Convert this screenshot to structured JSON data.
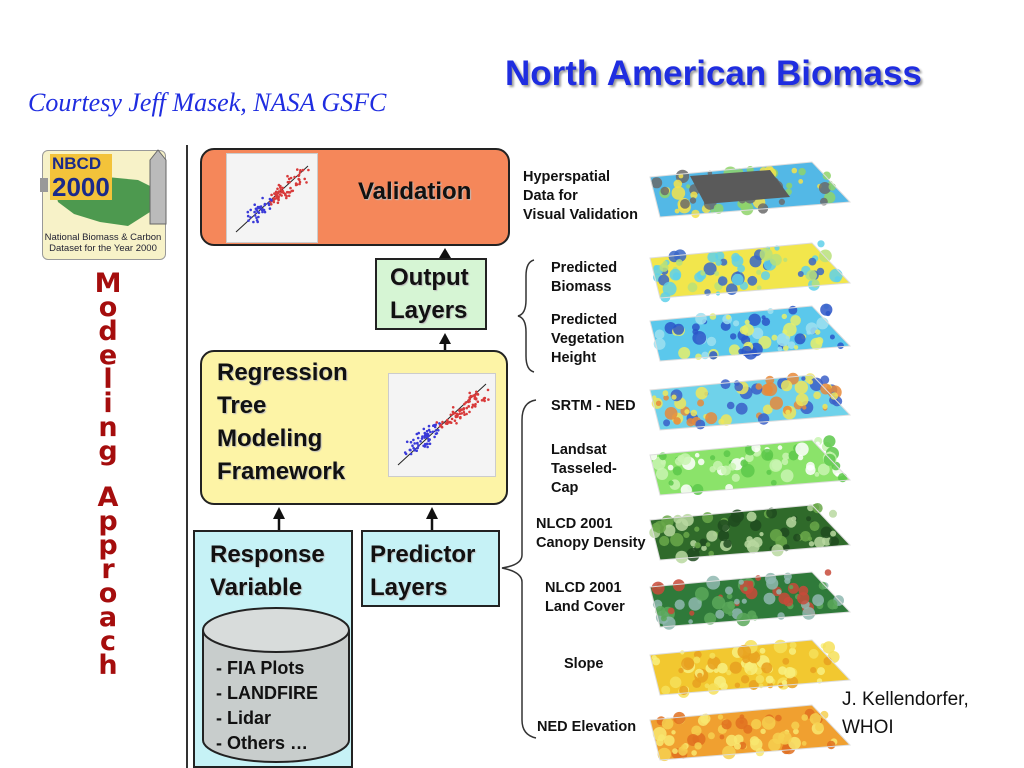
{
  "header": {
    "title": "North American Biomass",
    "courtesy": "Courtesy Jeff Masek, NASA GSFC"
  },
  "logo": {
    "mark_top": "NBCD",
    "mark_bottom": "2000",
    "caption": "National Biomass & Carbon Dataset for the Year 2000"
  },
  "side_label": {
    "word1": [
      "M",
      "o",
      "d",
      "e",
      "l",
      "i",
      "n",
      "g"
    ],
    "word2": [
      "A",
      "p",
      "p",
      "r",
      "o",
      "a",
      "c",
      "h"
    ]
  },
  "diagram": {
    "validation": "Validation",
    "output_line1": "Output",
    "output_line2": "Layers",
    "regression_lines": [
      "Regression",
      "Tree",
      "Modeling",
      "Framework"
    ],
    "response_line1": "Response",
    "response_line2": "Variable",
    "predictor_line1": "Predictor",
    "predictor_line2": "Layers",
    "response_sources": [
      "- FIA Plots",
      "- LANDFIRE",
      "- Lidar",
      "- Others …"
    ]
  },
  "layers": [
    {
      "label": [
        "Hyperspatial",
        "Data for",
        "Visual Validation"
      ],
      "palette": "mixed-gray"
    },
    {
      "label": [
        "Predicted",
        "Biomass"
      ],
      "palette": "yellow-cyan"
    },
    {
      "label": [
        "Predicted",
        "Vegetation",
        "Height"
      ],
      "palette": "cyan-blue"
    },
    {
      "label": [
        "SRTM - NED"
      ],
      "palette": "cyan-yellow"
    },
    {
      "label": [
        "Landsat",
        "Tasseled-",
        "Cap"
      ],
      "palette": "light-green"
    },
    {
      "label": [
        "NLCD 2001",
        "Canopy Density"
      ],
      "palette": "dark-green"
    },
    {
      "label": [
        "NLCD 2001",
        "Land Cover"
      ],
      "palette": "green-teal"
    },
    {
      "label": [
        "Slope"
      ],
      "palette": "yellow-orange"
    },
    {
      "label": [
        "NED Elevation"
      ],
      "palette": "orange-yellow"
    }
  ],
  "credit_line1": "J. Kellendorfer,",
  "credit_line2": "WHOI",
  "colors": {
    "title": "#1f2de0",
    "validation_fill": "#f5875a",
    "output_fill": "#d6f5d4",
    "regression_fill": "#fdf4a6",
    "blue_box_fill": "#c6f2f6",
    "side_label": "#a50d0d"
  }
}
